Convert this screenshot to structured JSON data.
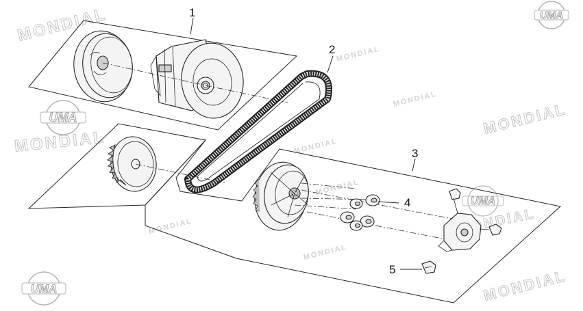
{
  "watermark": {
    "brand_text": "MONDIAL",
    "logo_text": "UMA"
  },
  "callouts": {
    "c1": "1",
    "c2": "2",
    "c3": "3",
    "c4": "4",
    "c5": "5"
  }
}
